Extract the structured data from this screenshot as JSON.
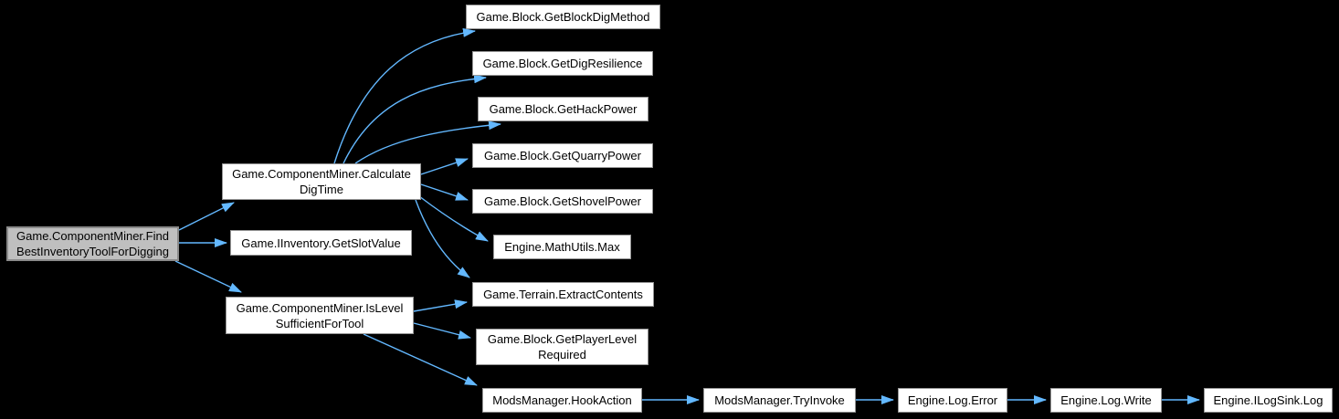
{
  "diagram": {
    "type": "call-graph",
    "background_color": "#000000",
    "edge_color": "#63b8ff",
    "node_fill_color": "#ffffff",
    "node_border_color": "#969696",
    "root_node_fill_color": "#bfbfbf",
    "root_node_border_color": "#8a8a8a",
    "nodes": [
      {
        "id": "find-best-inventory-tool-for-digging",
        "role": "root",
        "lines": [
          "Game.ComponentMiner.Find",
          "BestInventoryToolForDigging"
        ]
      },
      {
        "id": "calculate-dig-time",
        "lines": [
          "Game.ComponentMiner.Calculate",
          "DigTime"
        ]
      },
      {
        "id": "get-slot-value",
        "lines": [
          "Game.IInventory.GetSlotValue"
        ]
      },
      {
        "id": "is-level-sufficient-for-tool",
        "lines": [
          "Game.ComponentMiner.IsLevel",
          "SufficientForTool"
        ]
      },
      {
        "id": "get-block-dig-method",
        "lines": [
          "Game.Block.GetBlockDigMethod"
        ]
      },
      {
        "id": "get-dig-resilience",
        "lines": [
          "Game.Block.GetDigResilience"
        ]
      },
      {
        "id": "get-hack-power",
        "lines": [
          "Game.Block.GetHackPower"
        ]
      },
      {
        "id": "get-quarry-power",
        "lines": [
          "Game.Block.GetQuarryPower"
        ]
      },
      {
        "id": "get-shovel-power",
        "lines": [
          "Game.Block.GetShovelPower"
        ]
      },
      {
        "id": "math-utils-max",
        "lines": [
          "Engine.MathUtils.Max"
        ]
      },
      {
        "id": "extract-contents",
        "lines": [
          "Game.Terrain.ExtractContents"
        ]
      },
      {
        "id": "get-player-level-required",
        "lines": [
          "Game.Block.GetPlayerLevel",
          "Required"
        ]
      },
      {
        "id": "hook-action",
        "lines": [
          "ModsManager.HookAction"
        ]
      },
      {
        "id": "try-invoke",
        "lines": [
          "ModsManager.TryInvoke"
        ]
      },
      {
        "id": "log-error",
        "lines": [
          "Engine.Log.Error"
        ]
      },
      {
        "id": "log-write",
        "lines": [
          "Engine.Log.Write"
        ]
      },
      {
        "id": "ilogsink-log",
        "lines": [
          "Engine.ILogSink.Log"
        ]
      }
    ],
    "edges": [
      {
        "from": "find-best-inventory-tool-for-digging",
        "to": "calculate-dig-time"
      },
      {
        "from": "find-best-inventory-tool-for-digging",
        "to": "get-slot-value"
      },
      {
        "from": "find-best-inventory-tool-for-digging",
        "to": "is-level-sufficient-for-tool"
      },
      {
        "from": "calculate-dig-time",
        "to": "get-block-dig-method"
      },
      {
        "from": "calculate-dig-time",
        "to": "get-dig-resilience"
      },
      {
        "from": "calculate-dig-time",
        "to": "get-hack-power"
      },
      {
        "from": "calculate-dig-time",
        "to": "get-quarry-power"
      },
      {
        "from": "calculate-dig-time",
        "to": "get-shovel-power"
      },
      {
        "from": "calculate-dig-time",
        "to": "math-utils-max"
      },
      {
        "from": "calculate-dig-time",
        "to": "extract-contents"
      },
      {
        "from": "is-level-sufficient-for-tool",
        "to": "extract-contents"
      },
      {
        "from": "is-level-sufficient-for-tool",
        "to": "get-player-level-required"
      },
      {
        "from": "is-level-sufficient-for-tool",
        "to": "hook-action"
      },
      {
        "from": "hook-action",
        "to": "try-invoke"
      },
      {
        "from": "try-invoke",
        "to": "log-error"
      },
      {
        "from": "log-error",
        "to": "log-write"
      },
      {
        "from": "log-write",
        "to": "ilogsink-log"
      }
    ]
  }
}
